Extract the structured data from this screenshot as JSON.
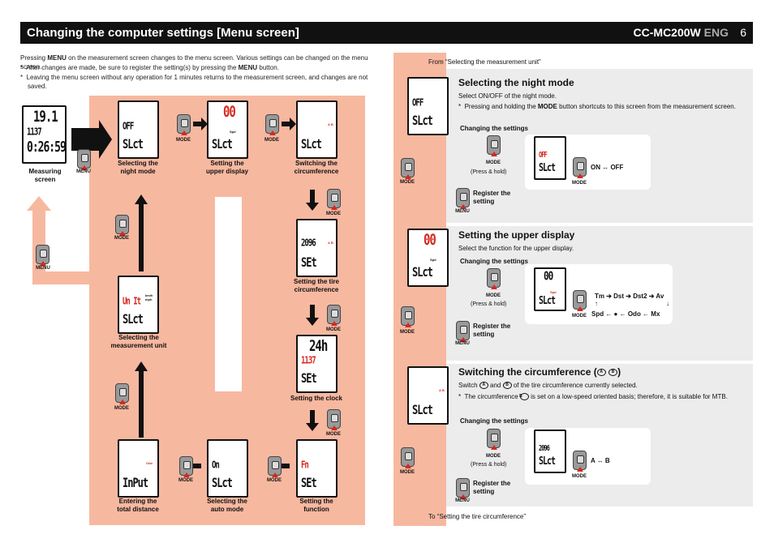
{
  "header": {
    "title": "Changing the computer settings [Menu screen]",
    "model": "CC-MC200W",
    "lang": "ENG",
    "page": "6"
  },
  "intro": {
    "line1_a": "Pressing ",
    "line1_b": "MENU",
    "line1_c": " on the measurement screen changes to the menu screen. Various settings can be changed on the menu screen.",
    "b1_a": "After changes are made, be sure to register the setting(s) by pressing the ",
    "b1_b": "MENU",
    "b1_c": " button.",
    "b2": "Leaving the menu screen without any operation for 1 minutes returns to the measurement screen, and changes are not saved.",
    "star": "*"
  },
  "left": {
    "measuring": "Measuring\nscreen",
    "menu": "MENU",
    "mode": "MODE",
    "caps": {
      "night": "Selecting the\nnight mode",
      "upper": "Setting the\nupper display",
      "circ": "Switching the\ncircumference",
      "tire": "Setting the tire\ncircumference",
      "clock": "Setting the clock",
      "function": "Setting the\nfunction",
      "auto": "Selecting the\nauto mode",
      "total": "Entering the\ntotal distance",
      "unit": "Selecting the\nmeasurement unit"
    },
    "lcd": {
      "m1": "19.1",
      "m2": "1137",
      "m3": "0:26:59",
      "off": "OFF",
      "slct": "SLct",
      "set": "SEt",
      "zero": "00",
      "spd": "Spd",
      "tire": "2096",
      "h24": "24h",
      "clk": "1137",
      "fn": "Fn",
      "on": "On",
      "input": "InPut",
      "odo": "Odo",
      "unit": "Un It",
      "kmh": "km/h mph",
      "ab": "A B"
    }
  },
  "right": {
    "from": "From “Selecting the measurement unit”",
    "to": "To “Setting the tire circumference”",
    "s1": {
      "title": "Selecting the night mode",
      "desc": "Select ON/OFF of the night mode.",
      "note_a": "Pressing and holding the ",
      "note_b": "MODE",
      "note_c": " button shortcuts to this screen from the measurement screen.",
      "changing": "Changing the settings",
      "press": "(Press & hold)",
      "reg": "Register the\nsetting",
      "cycle": "ON ↔ OFF"
    },
    "s2": {
      "title": "Setting the upper display",
      "desc": "Select the function for the upper display.",
      "changing": "Changing the settings",
      "press": "(Press & hold)",
      "reg": "Register the\nsetting",
      "row1": "Tm ➔ Dst ➔ Dst2 ➔ Av",
      "row2": "Spd ← ● ← Odo ← Mx"
    },
    "s3": {
      "title": "Switching the circumference (",
      "title_end": ")",
      "desc_a": "Switch ",
      "desc_b": " and ",
      "desc_c": " of the tire circumference currently selected.",
      "note_a": "The circumference ",
      "note_b": " is set on a low-speed oriented basis; therefore, it is suitable for MTB.",
      "changing": "Changing the settings",
      "press": "(Press & hold)",
      "reg": "Register the\nsetting",
      "cycle": "A ↔ B",
      "a": "A",
      "b": "B"
    }
  }
}
